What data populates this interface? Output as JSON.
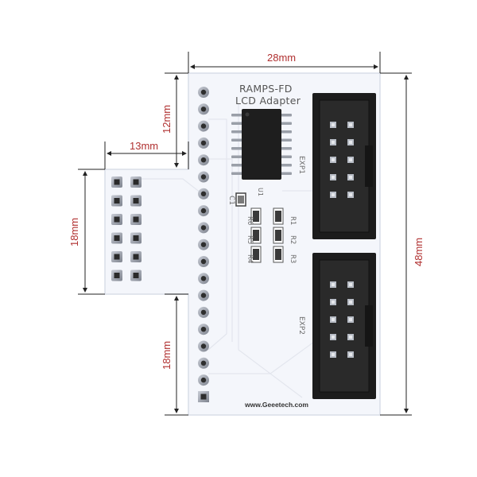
{
  "board": {
    "title_line1": "RAMPS-FD",
    "title_line2": "LCD Adapter",
    "website": "www.Geeetech.com",
    "connectors": [
      "EXP1",
      "EXP2"
    ],
    "ic_label": "U1",
    "capacitor_label": "C1",
    "resistors_left": [
      "R6",
      "R5",
      "R4"
    ],
    "resistors_right": [
      "R1",
      "R2",
      "R3"
    ]
  },
  "dimensions": {
    "top_width": "28mm",
    "right_height": "48mm",
    "upper_left": "12mm",
    "tab_width": "13mm",
    "tab_height": "18mm",
    "lower_left": "18mm"
  },
  "colors": {
    "pcb": "#f4f6fb",
    "pcb_edge": "#d9dde8",
    "dimension_text": "#b03030",
    "header_black": "#1c1c1c"
  }
}
